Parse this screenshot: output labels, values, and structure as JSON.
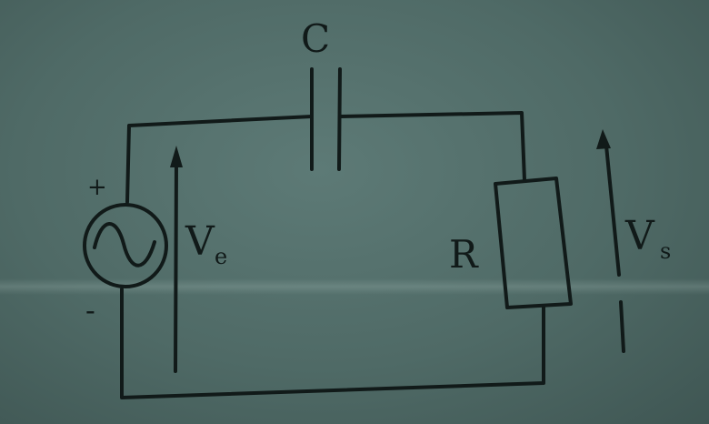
{
  "labels": {
    "capacitor": "C",
    "resistor": "R",
    "input_voltage_main": "V",
    "input_voltage_sub": "e",
    "output_voltage_main": "V",
    "output_voltage_sub": "s",
    "plus_sign": "+",
    "minus_sign": "-"
  },
  "icons": {
    "source": "ac-source-icon",
    "capacitor": "capacitor-icon",
    "resistor": "resistor-icon"
  },
  "colors": {
    "background": "#4f6a66",
    "ink": "#111a19"
  }
}
